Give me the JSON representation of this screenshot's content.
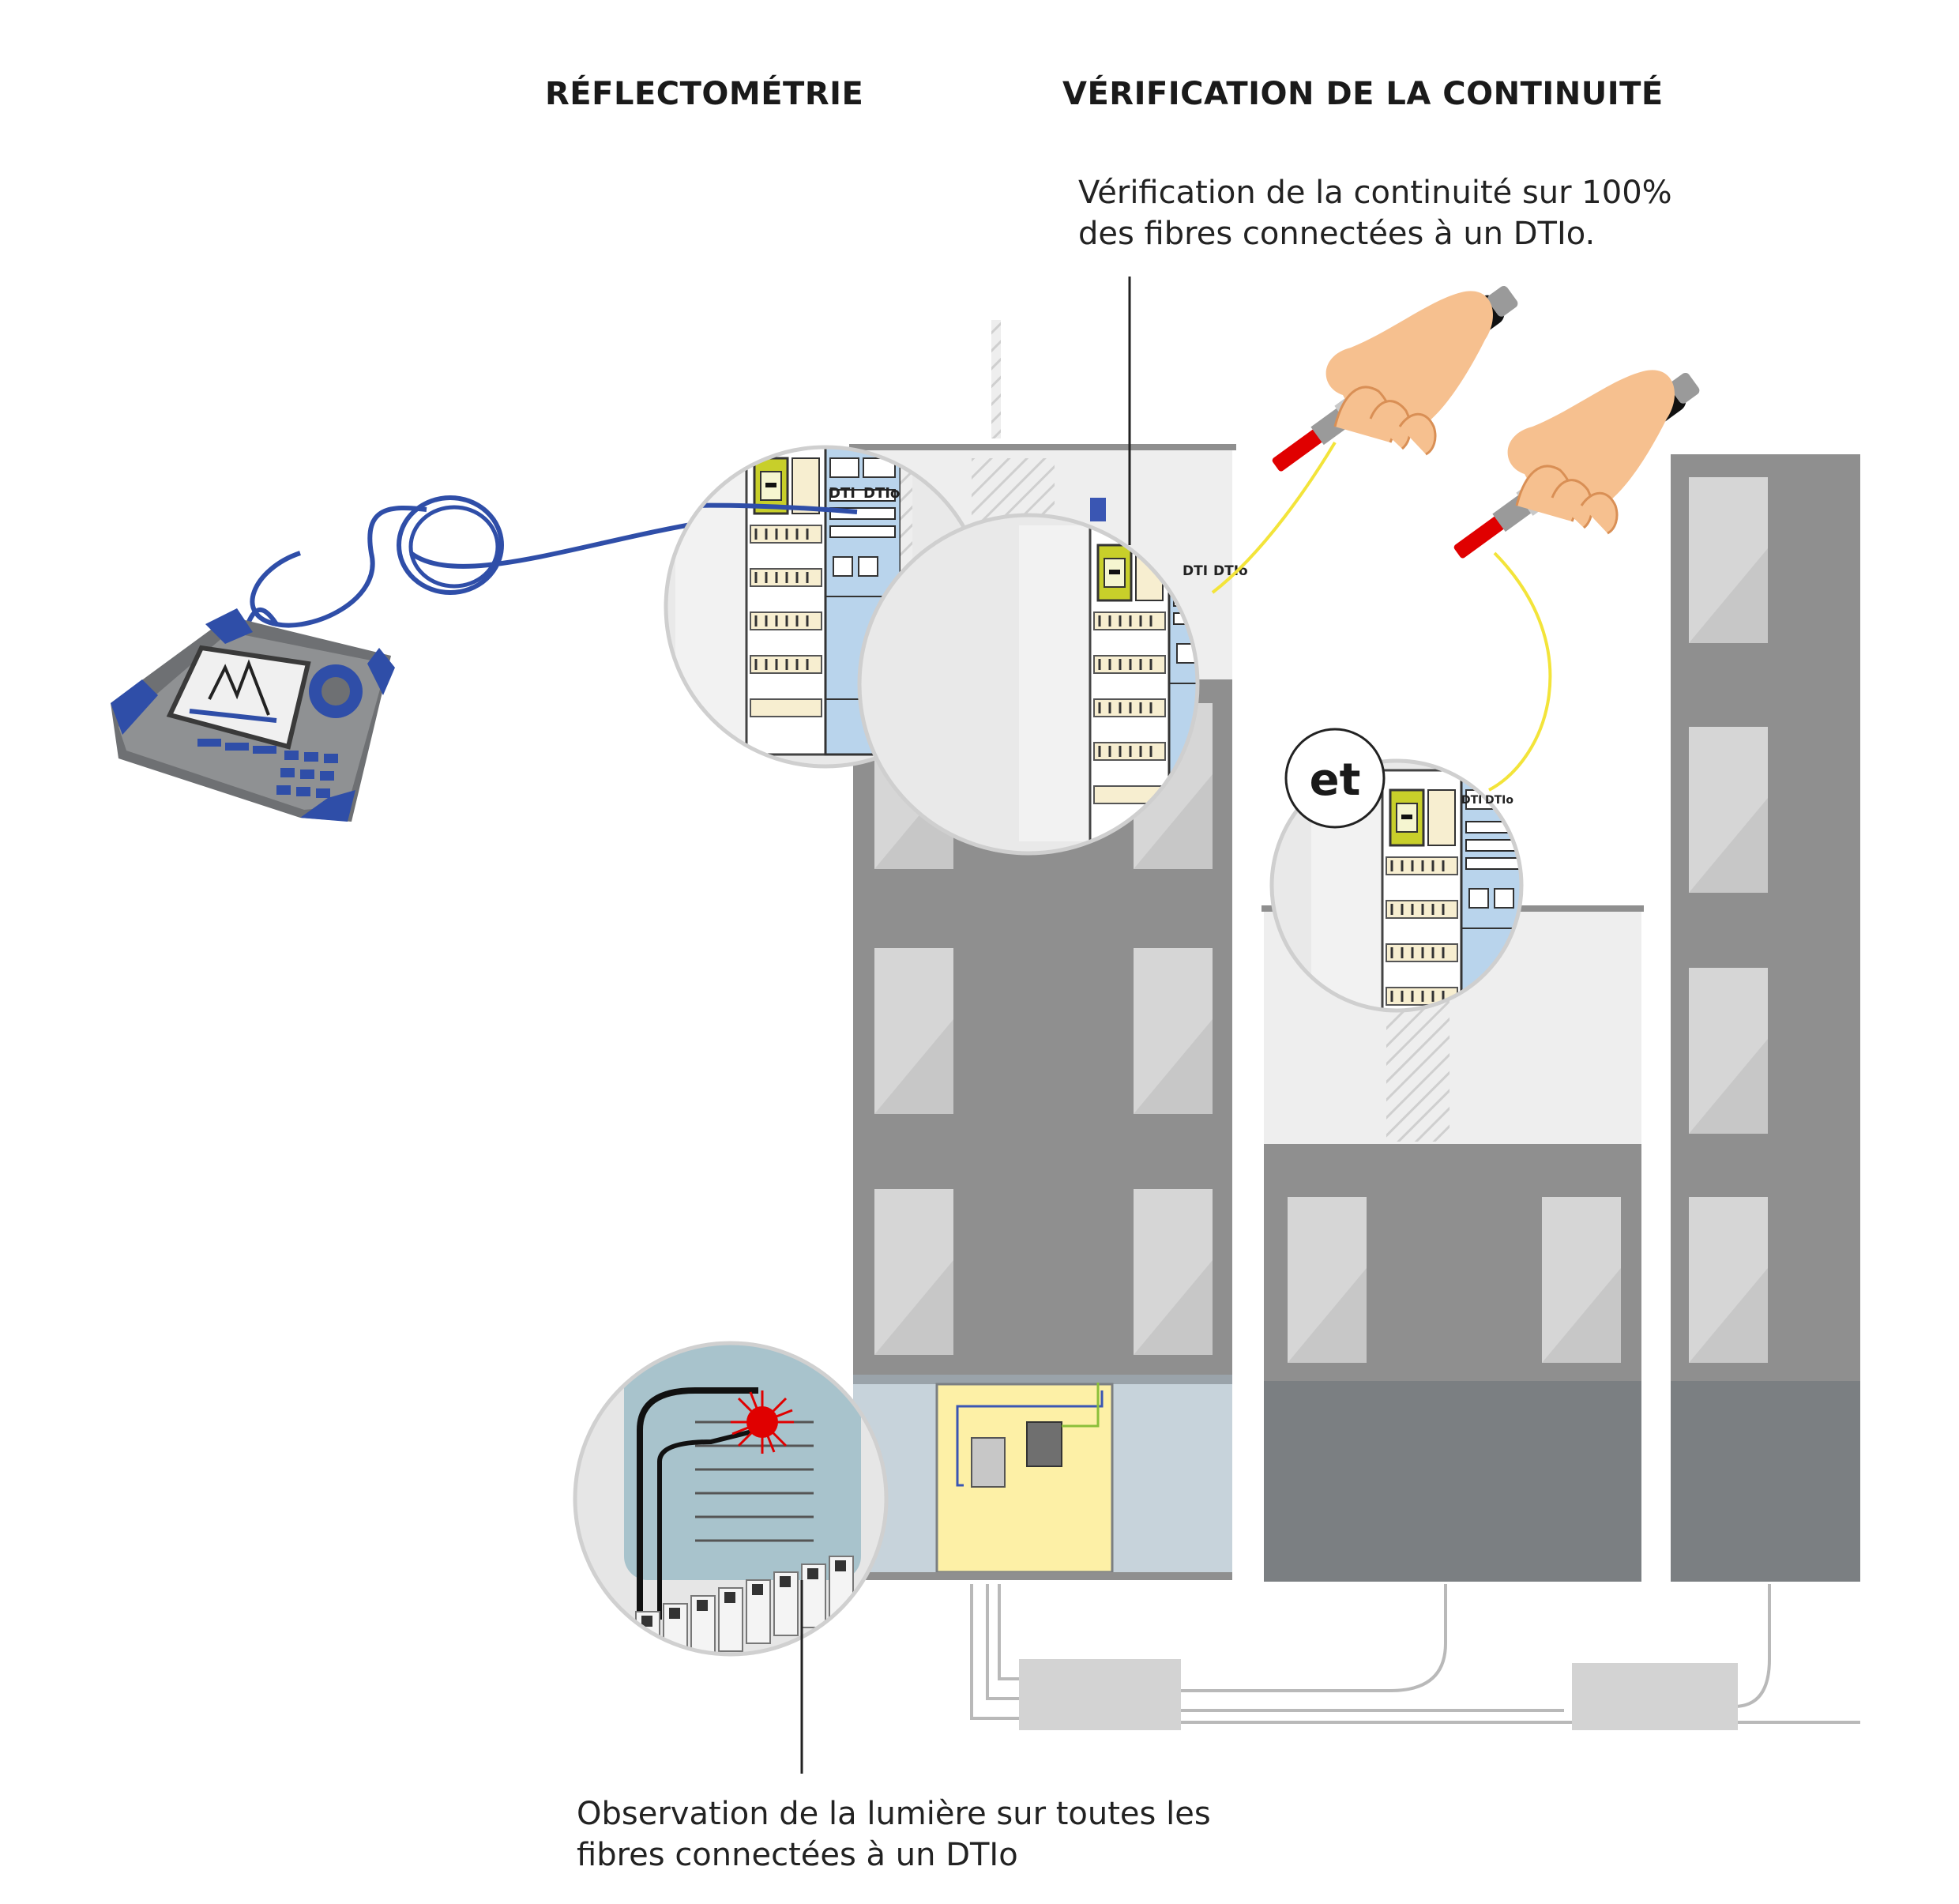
{
  "headings": {
    "left": "RÉFLECTOMÉTRIE",
    "right": "VÉRIFICATION DE LA CONTINUITÉ"
  },
  "captions": {
    "top": [
      "Vérification de la continuité sur 100%",
      "des fibres connectées à un DTIo."
    ],
    "bottom": [
      "Observation de la lumière sur toutes les",
      "fibres connectées à un DTIo"
    ]
  },
  "labels": {
    "connector": "et",
    "dti": "DTI",
    "dtio": "DTIo"
  },
  "icons": [
    "otdr-device-icon",
    "hand-light-pen-icon",
    "red-light-icon"
  ],
  "colors": {
    "building": "#8f8f8f",
    "building_dark": "#7b7f82",
    "window": "#d6d6d6",
    "cabinet_blue": "#b9d4ec",
    "cabinet_yellow": "#c8cf2a",
    "technical_room": "#fdf0a6",
    "otdr_cable": "#2f4ea8",
    "test_cable": "#f3e43a",
    "otdr_body": "#6e7073",
    "otdr_accent": "#2f4ea8",
    "light_red": "#e00000",
    "skin": "#f6c08f"
  }
}
